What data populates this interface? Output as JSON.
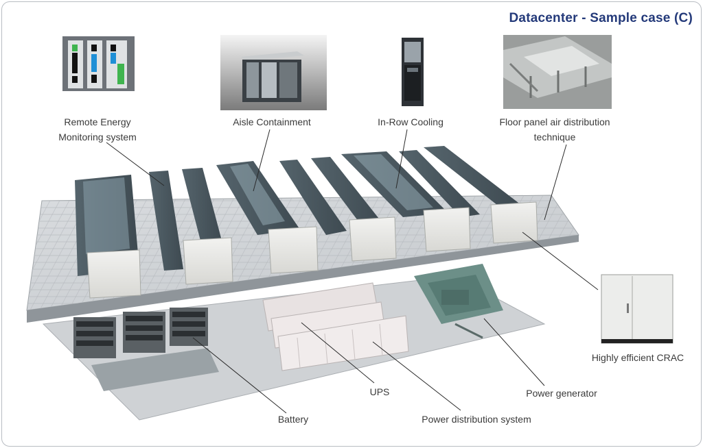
{
  "title": "Datacenter - Sample case (C)",
  "labels": {
    "remote_energy": "Remote Energy\nMonitoring system",
    "aisle_containment": "Aisle Containment",
    "inrow_cooling": "In-Row Cooling",
    "floor_panel": "Floor panel air distribution\ntechnique",
    "crac": "Highly efficient CRAC",
    "ups": "UPS",
    "power_generator": "Power generator",
    "battery": "Battery",
    "power_distribution": "Power distribution system"
  }
}
